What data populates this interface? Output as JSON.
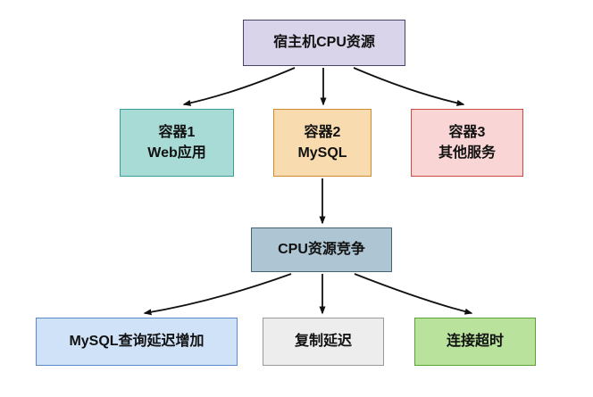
{
  "diagram": {
    "type": "flowchart",
    "nodes": {
      "host": {
        "line1": "宿主机CPU资源"
      },
      "container1": {
        "line1": "容器1",
        "line2": "Web应用"
      },
      "container2": {
        "line1": "容器2",
        "line2": "MySQL"
      },
      "container3": {
        "line1": "容器3",
        "line2": "其他服务"
      },
      "contention": {
        "line1": "CPU资源竞争"
      },
      "effect1": {
        "line1": "MySQL查询延迟增加"
      },
      "effect2": {
        "line1": "复制延迟"
      },
      "effect3": {
        "line1": "连接超时"
      }
    },
    "edges": [
      {
        "from": "host",
        "to": "container1"
      },
      {
        "from": "host",
        "to": "container2"
      },
      {
        "from": "host",
        "to": "container3"
      },
      {
        "from": "container2",
        "to": "contention"
      },
      {
        "from": "contention",
        "to": "effect1"
      },
      {
        "from": "contention",
        "to": "effect2"
      },
      {
        "from": "contention",
        "to": "effect3"
      }
    ],
    "colors": {
      "background": "#ffffff",
      "arrow": "#111111",
      "host_fill": "#d9d4ea",
      "host_border": "#45456a",
      "container1_fill": "#a9dbd6",
      "container1_border": "#3a9e96",
      "container2_fill": "#f8dcb0",
      "container2_border": "#d08a30",
      "container3_fill": "#f9d6d5",
      "container3_border": "#cc4a44",
      "contention_fill": "#aec6d3",
      "contention_border": "#47626f",
      "effect1_fill": "#cfe2f7",
      "effect1_border": "#5b8ac9",
      "effect2_fill": "#ededed",
      "effect2_border": "#9a9a9a",
      "effect3_fill": "#b9e39c",
      "effect3_border": "#5aa335"
    }
  }
}
